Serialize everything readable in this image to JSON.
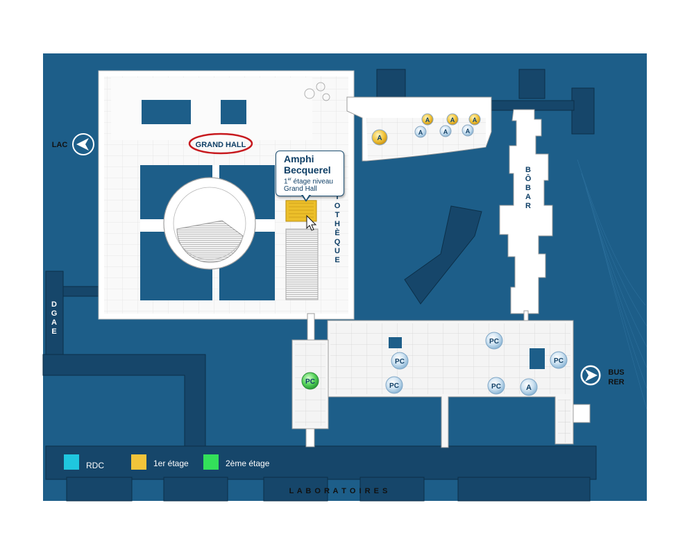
{
  "map": {
    "directions": {
      "lac": "LAC",
      "bus": "BUS",
      "rer": "RER"
    },
    "buildings": {
      "grand_hall": "GRAND HALL",
      "bibliotheque_visible": [
        "I",
        "O",
        "T",
        "H",
        "È",
        "Q",
        "U",
        "E"
      ],
      "bobar": [
        "B",
        "Ô",
        "B",
        "A",
        "R"
      ],
      "dgae": [
        "D",
        "G",
        "A",
        "E"
      ],
      "laboratoires": "L A B O R A T O I R E S"
    },
    "markers": {
      "amphi": "A",
      "pc": "PC"
    }
  },
  "tooltip": {
    "title_line1": "Amphi",
    "title_line2": "Becquerel",
    "sub_line1_pre": "1",
    "sub_line1_sup": "er",
    "sub_line1_post": " étage niveau",
    "sub_line2": "Grand Hall"
  },
  "legend": {
    "items": [
      {
        "label": "RDC",
        "color": "#1fc6df"
      },
      {
        "label": "1er étage",
        "color": "#f2c43a"
      },
      {
        "label": "2ème étage",
        "color": "#33e05a"
      }
    ]
  },
  "colors": {
    "background": "#1d5e89",
    "dark_building": "#16466a",
    "floor": "#ffffff",
    "highlight": "#ecbf2a",
    "circle_stroke": "#c7191e"
  }
}
